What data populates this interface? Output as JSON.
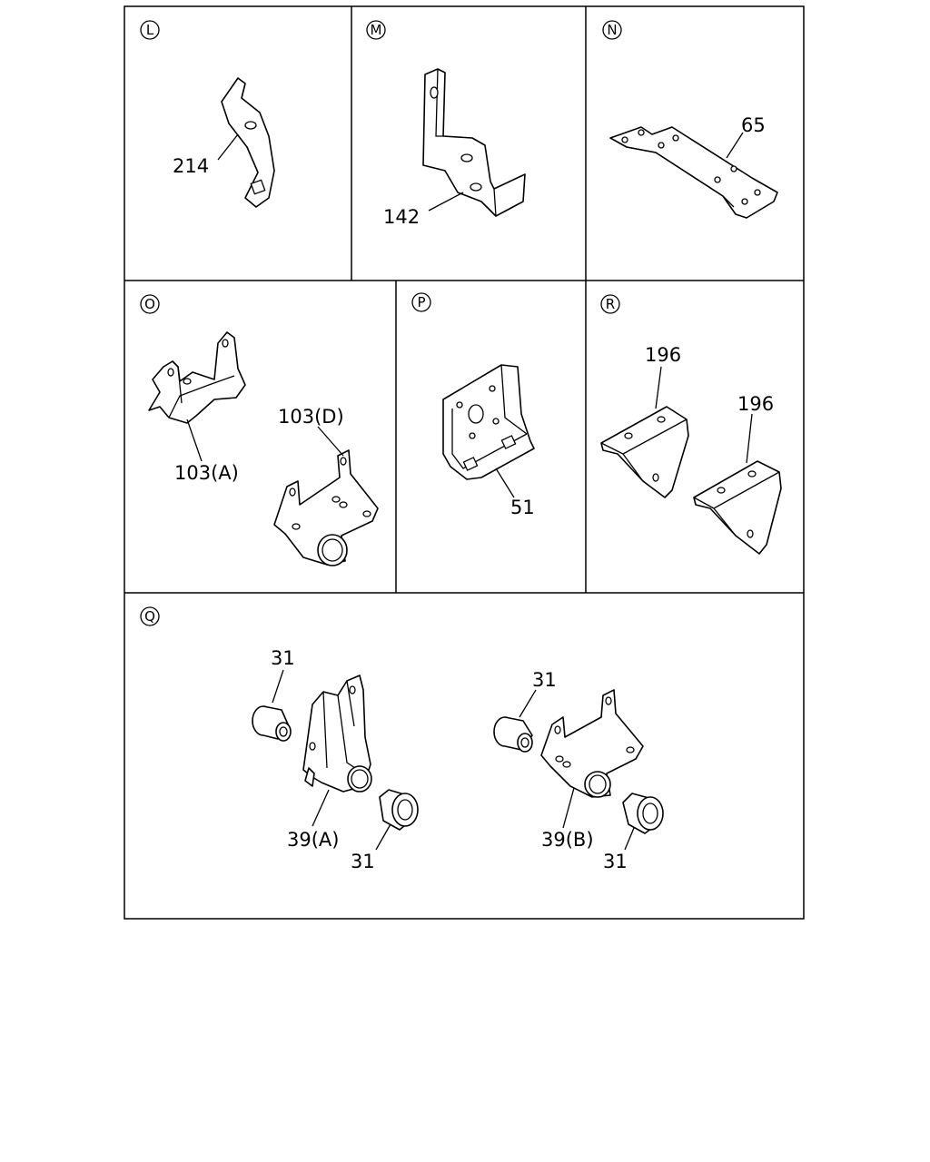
{
  "panels": [
    {
      "id": "L",
      "letter": "L",
      "labels": [
        "214"
      ]
    },
    {
      "id": "M",
      "letter": "M",
      "labels": [
        "142"
      ]
    },
    {
      "id": "N",
      "letter": "N",
      "labels": [
        "65"
      ]
    },
    {
      "id": "O",
      "letter": "O",
      "labels": [
        "103(A)",
        "103(D)"
      ]
    },
    {
      "id": "P",
      "letter": "P",
      "labels": [
        "51"
      ]
    },
    {
      "id": "R",
      "letter": "R",
      "labels": [
        "196",
        "196"
      ]
    },
    {
      "id": "Q",
      "letter": "Q",
      "labels": [
        "31",
        "39(A)",
        "31",
        "31",
        "39(B)",
        "31"
      ]
    }
  ]
}
